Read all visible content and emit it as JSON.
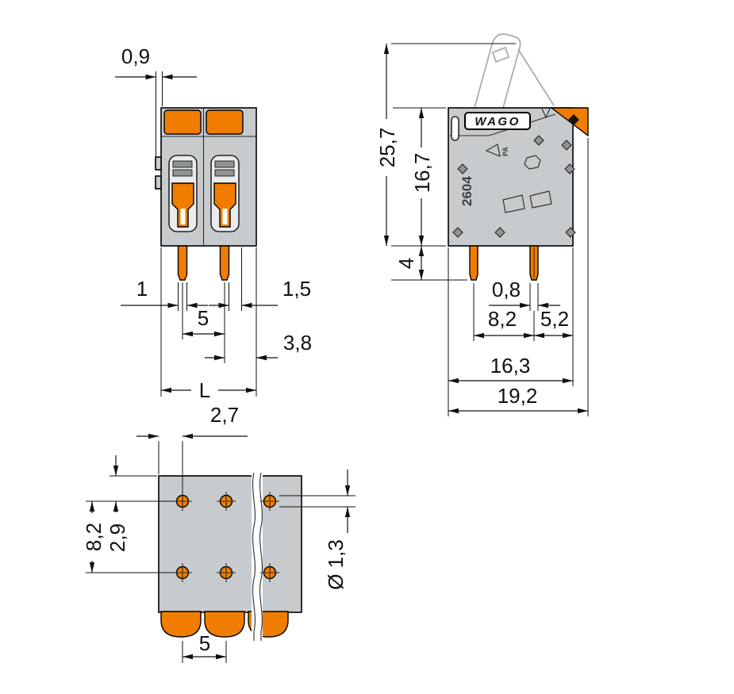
{
  "colors": {
    "body_gray": "#c7cbcd",
    "cavity_gray": "#e9ebec",
    "detail_gray": "#8f9497",
    "orange": "#f07d00",
    "ghost_gray": "#a9adb0",
    "line_black": "#111111"
  },
  "front_view": {
    "dims": {
      "protrusion": "0,9",
      "pin_width": "1",
      "wall": "1,5",
      "pitch": "5",
      "end_offset": "3,8",
      "length": "L"
    }
  },
  "side_view": {
    "brand": "WAGO",
    "model": "2604",
    "material_mark": "PA",
    "dims": {
      "total_height": "25,7",
      "body_height": "16,7",
      "pin_length": "4",
      "pin_thickness": "0,8",
      "pin_spacing": "8,2",
      "pin_to_face": "5,2",
      "body_depth": "16,3",
      "total_depth": "19,2"
    }
  },
  "bottom_view": {
    "dims": {
      "edge_to_hole": "2,7",
      "row_spacing": "8,2",
      "top_offset": "2,9",
      "hole_diameter": "Ø 1,3",
      "pitch": "5"
    }
  }
}
